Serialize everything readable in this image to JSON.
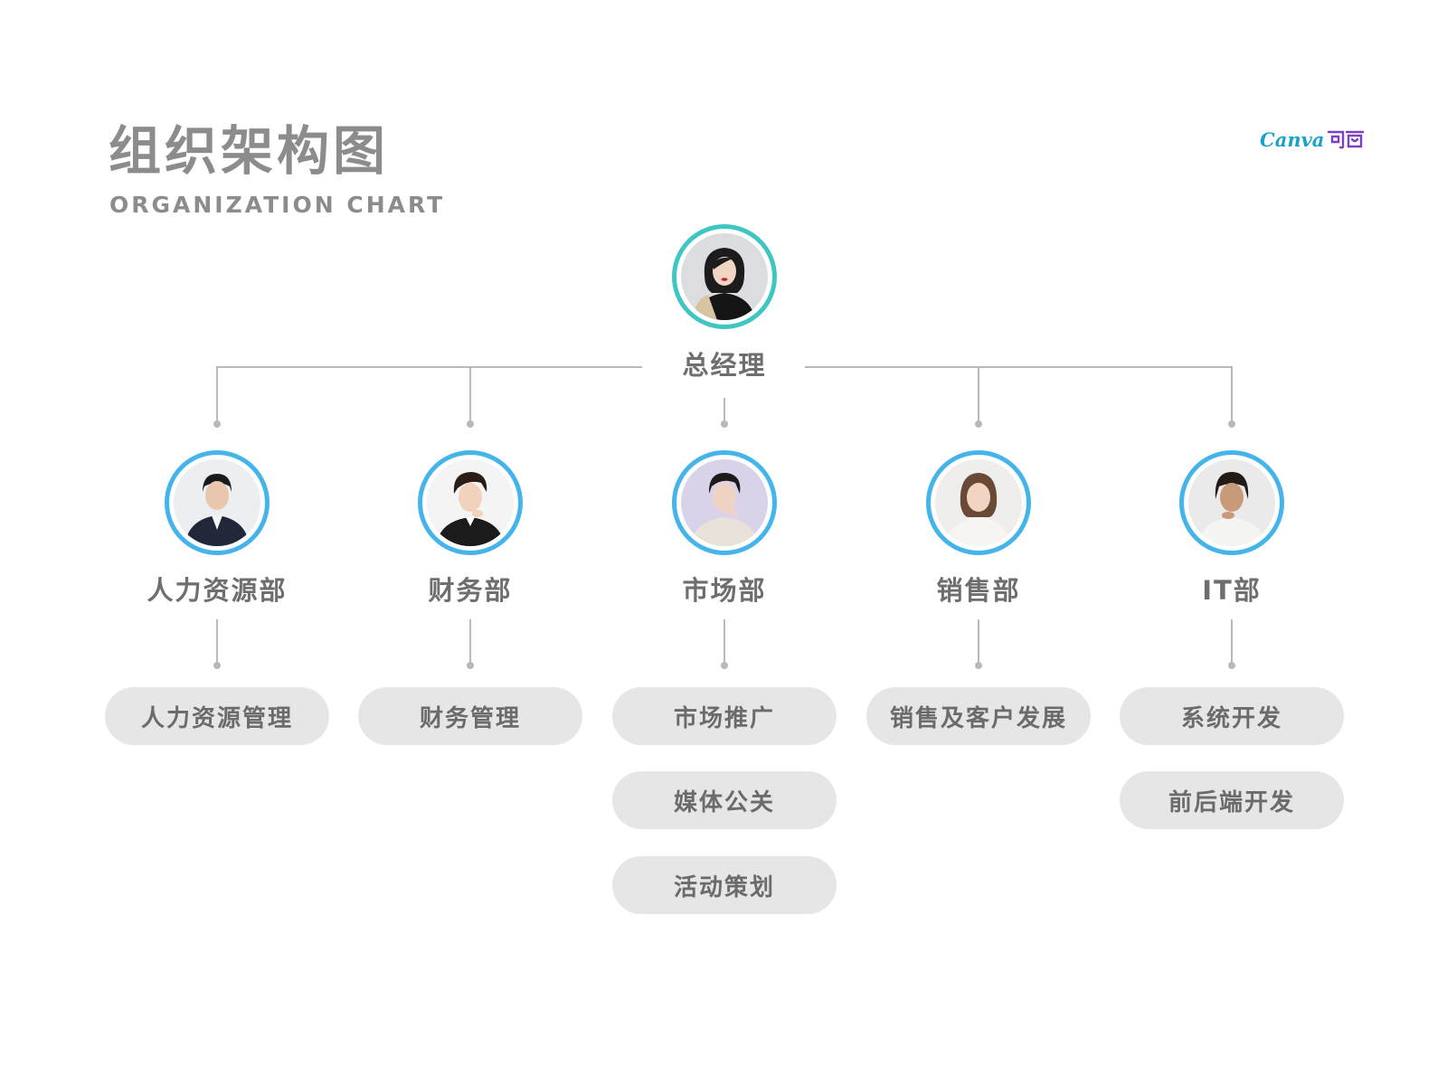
{
  "title": "组织架构图",
  "subtitle": "ORGANIZATION CHART",
  "logo": {
    "word": "Canva",
    "cn": "可画"
  },
  "colors": {
    "top_ring": "#3fc6c2",
    "dept_ring": "#44b4ea",
    "line": "#b9b9b9",
    "pill_bg": "#e6e6e6",
    "text": "#6e6e6e"
  },
  "top": {
    "label": "总经理"
  },
  "departments": [
    {
      "label": "人力资源部",
      "items": [
        "人力资源管理"
      ]
    },
    {
      "label": "财务部",
      "items": [
        "财务管理"
      ]
    },
    {
      "label": "市场部",
      "items": [
        "市场推广",
        "媒体公关",
        "活动策划"
      ]
    },
    {
      "label": "销售部",
      "items": [
        "销售及客户发展"
      ]
    },
    {
      "label": "IT部",
      "items": [
        "系统开发",
        "前后端开发"
      ]
    }
  ]
}
